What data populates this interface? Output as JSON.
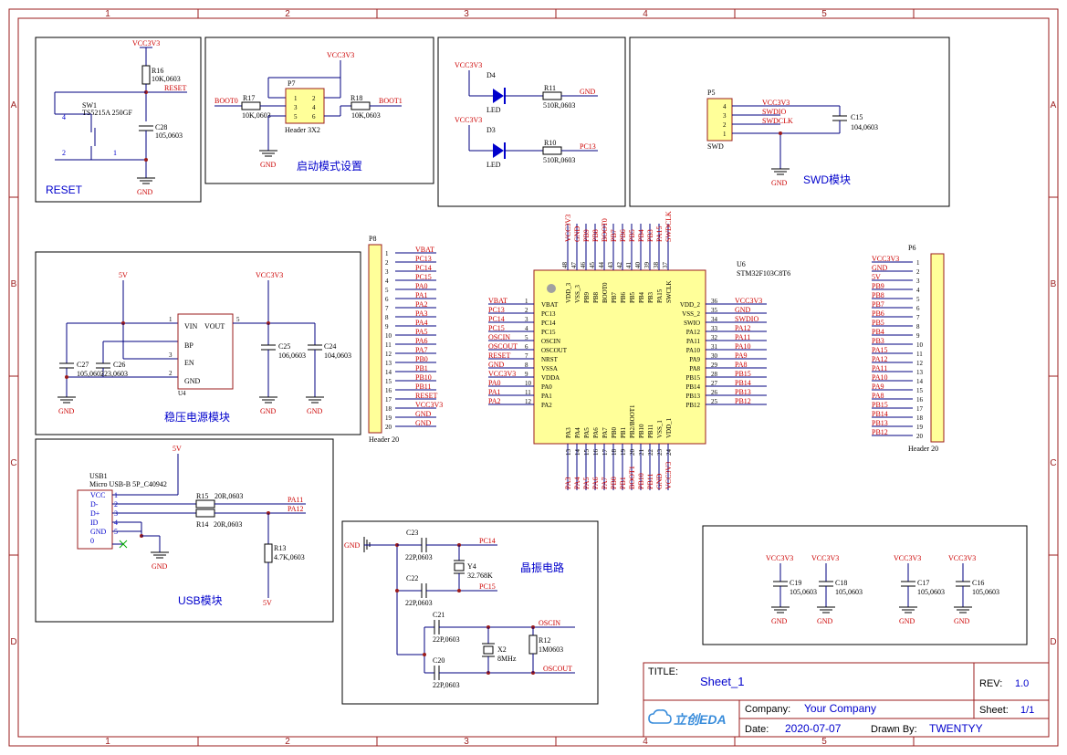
{
  "ruler": {
    "cols": [
      "1",
      "2",
      "3",
      "4",
      "5"
    ],
    "rows": [
      "A",
      "B",
      "C",
      "D"
    ]
  },
  "blocks": {
    "reset": "RESET",
    "boot": "启动模式设置",
    "swd": "SWD模块",
    "power": "稳压电源模块",
    "usb": "USB模块",
    "crystal": "晶振电路"
  },
  "nets": {
    "vcc": "VCC3V3",
    "gnd": "GND",
    "v5": "5V",
    "reset": "RESET",
    "boot0": "BOOT0",
    "boot1": "BOOT1",
    "pc13": "PC13",
    "pc14": "PC14",
    "pc15": "PC15",
    "pa11": "PA11",
    "pa12": "PA12",
    "oscin": "OSCIN",
    "oscout": "OSCOUT",
    "swdio": "SWDIO",
    "swdclk": "SWDCLK"
  },
  "parts": {
    "r16": "R16",
    "r16v": "10K,0603",
    "c28": "C28",
    "c28v": "105,0603",
    "sw1": "SW1",
    "sw1v": "TS5215A 250GF",
    "sw_p4": "4",
    "sw_p2": "2",
    "sw_p1": "1",
    "p7": "P7",
    "p7v": "Header 3X2",
    "r17": "R17",
    "r17v": "10K,0603",
    "r18": "R18",
    "r18v": "10K,0603",
    "d4": "D4",
    "d3": "D3",
    "led": "LED",
    "r11": "R11",
    "r11v": "510R,0603",
    "r10": "R10",
    "r10v": "510R,0603",
    "p5": "P5",
    "p5v": "SWD",
    "c15": "C15",
    "c15v": "104,0603",
    "u4": "U4",
    "reg_vin": "VIN",
    "reg_vout": "VOUT",
    "reg_bp": "BP",
    "reg_en": "EN",
    "reg_gnd": "GND",
    "c27": "C27",
    "c27v": "105,0603",
    "c26": "C26",
    "c26v": "223,0603",
    "c25": "C25",
    "c25v": "106,0603",
    "c24": "C24",
    "c24v": "104,0603",
    "p8": "P8",
    "p8v": "Header 20",
    "p6": "P6",
    "p6v": "Header 20",
    "u6": "U6",
    "u6v": "STM32F103C8T6",
    "usb1": "USB1",
    "usb1v": "Micro USB-B 5P_C40942",
    "r15": "R15",
    "r15v": "20R,0603",
    "r14": "R14",
    "r14v": "20R,0603",
    "r13": "R13",
    "r13v": "4.7K,0603",
    "c23": "C23",
    "c23v": "22P,0603",
    "c22": "C22",
    "c22v": "22P,0603",
    "c21": "C21",
    "c21v": "22P,0603",
    "c20": "C20",
    "c20v": "22P,0603",
    "y4": "Y4",
    "y4v": "32.768K",
    "x2": "X2",
    "x2v": "8MHz",
    "r12": "R12",
    "r12v": "1M0603",
    "c19": "C19",
    "c19v": "105,0603",
    "c18": "C18",
    "c18v": "105,0603",
    "c17": "C17",
    "c17v": "105,0603",
    "c16": "C16",
    "c16v": "105,0603"
  },
  "usb_pins": [
    {
      "num": "1",
      "name": "VCC"
    },
    {
      "num": "2",
      "name": "D-"
    },
    {
      "num": "3",
      "name": "D+"
    },
    {
      "num": "4",
      "name": "ID"
    },
    {
      "num": "5",
      "name": "GND"
    },
    {
      "num": "",
      "name": "0"
    }
  ],
  "p8_pins": [
    "VBAT",
    "PC13",
    "PC14",
    "PC15",
    "PA0",
    "PA1",
    "PA2",
    "PA3",
    "PA4",
    "PA5",
    "PA6",
    "PA7",
    "PB0",
    "PB1",
    "PB10",
    "PB11",
    "RESET",
    "VCC3V3",
    "GND",
    "GND"
  ],
  "p6_pins": [
    "VCC3V3",
    "GND",
    "5V",
    "PB9",
    "PB8",
    "PB7",
    "PB6",
    "PB5",
    "PB4",
    "PB3",
    "PA15",
    "PA12",
    "PA11",
    "PA10",
    "PA9",
    "PA8",
    "PB15",
    "PB14",
    "PB13",
    "PB12"
  ],
  "swd_pins": [
    {
      "num": "4",
      "net": "VCC3V3"
    },
    {
      "num": "3",
      "net": "SWDIO"
    },
    {
      "num": "2",
      "net": "SWDCLK"
    },
    {
      "num": "1",
      "net": ""
    }
  ],
  "u6_left": [
    {
      "num": "1",
      "name": "VBAT",
      "net": "VBAT"
    },
    {
      "num": "2",
      "name": "PC13",
      "net": "PC13"
    },
    {
      "num": "3",
      "name": "PC14",
      "net": "PC14"
    },
    {
      "num": "4",
      "name": "PC15",
      "net": "PC15"
    },
    {
      "num": "5",
      "name": "OSCIN",
      "net": "OSCIN"
    },
    {
      "num": "6",
      "name": "OSCOUT",
      "net": "OSCOUT"
    },
    {
      "num": "7",
      "name": "NRST",
      "net": "RESET"
    },
    {
      "num": "8",
      "name": "VSSA",
      "net": "GND"
    },
    {
      "num": "9",
      "name": "VDDA",
      "net": "VCC3V3"
    },
    {
      "num": "10",
      "name": "PA0",
      "net": "PA0"
    },
    {
      "num": "11",
      "name": "PA1",
      "net": "PA1"
    },
    {
      "num": "12",
      "name": "PA2",
      "net": "PA2"
    }
  ],
  "u6_right": [
    {
      "num": "36",
      "name": "VDD_2",
      "net": "VCC3V3"
    },
    {
      "num": "35",
      "name": "VSS_2",
      "net": "GND"
    },
    {
      "num": "34",
      "name": "SWIO",
      "net": "SWDIO"
    },
    {
      "num": "33",
      "name": "PA12",
      "net": "PA12"
    },
    {
      "num": "32",
      "name": "PA11",
      "net": "PA11"
    },
    {
      "num": "31",
      "name": "PA10",
      "net": "PA10"
    },
    {
      "num": "30",
      "name": "PA9",
      "net": "PA9"
    },
    {
      "num": "29",
      "name": "PA8",
      "net": "PA8"
    },
    {
      "num": "28",
      "name": "PB15",
      "net": "PB15"
    },
    {
      "num": "27",
      "name": "PB14",
      "net": "PB14"
    },
    {
      "num": "26",
      "name": "PB13",
      "net": "PB13"
    },
    {
      "num": "25",
      "name": "PB12",
      "net": "PB12"
    }
  ],
  "u6_top": [
    {
      "num": "48",
      "name": "VDD_3",
      "net": "VCC3V3"
    },
    {
      "num": "47",
      "name": "VSS_3",
      "net": "GND"
    },
    {
      "num": "46",
      "name": "PB9",
      "net": "PB9"
    },
    {
      "num": "45",
      "name": "PB8",
      "net": "PB8"
    },
    {
      "num": "44",
      "name": "BOOT0",
      "net": "BOOT0"
    },
    {
      "num": "43",
      "name": "PB7",
      "net": "PB7"
    },
    {
      "num": "42",
      "name": "PB6",
      "net": "PB6"
    },
    {
      "num": "41",
      "name": "PB5",
      "net": "PB5"
    },
    {
      "num": "40",
      "name": "PB4",
      "net": "PB4"
    },
    {
      "num": "39",
      "name": "PB3",
      "net": "PB3"
    },
    {
      "num": "38",
      "name": "PA15",
      "net": "PA15"
    },
    {
      "num": "37",
      "name": "SWCLK",
      "net": "SWDCLK"
    }
  ],
  "u6_bottom": [
    {
      "num": "13",
      "name": "PA3",
      "net": "PA3"
    },
    {
      "num": "14",
      "name": "PA4",
      "net": "PA4"
    },
    {
      "num": "15",
      "name": "PA5",
      "net": "PA5"
    },
    {
      "num": "16",
      "name": "PA6",
      "net": "PA6"
    },
    {
      "num": "17",
      "name": "PA7",
      "net": "PA7"
    },
    {
      "num": "18",
      "name": "PB0",
      "net": "PB0"
    },
    {
      "num": "19",
      "name": "PB1",
      "net": "PB1"
    },
    {
      "num": "20",
      "name": "PB2/BOOT1",
      "net": "BOOT1"
    },
    {
      "num": "21",
      "name": "PB10",
      "net": "PB10"
    },
    {
      "num": "22",
      "name": "PB11",
      "net": "PB11"
    },
    {
      "num": "23",
      "name": "VSS_1",
      "net": "GND"
    },
    {
      "num": "24",
      "name": "VDD_1",
      "net": "VCC3V3"
    }
  ],
  "titleblock": {
    "title_label": "TITLE:",
    "title": "Sheet_1",
    "rev_label": "REV:",
    "rev": "1.0",
    "logo": "立创EDA",
    "company_label": "Company:",
    "company": "Your Company",
    "sheet_label": "Sheet:",
    "sheet": "1/1",
    "date_label": "Date:",
    "date": "2020-07-07",
    "drawn_label": "Drawn By:",
    "drawn": "TWENTYY"
  },
  "colors": {
    "frame": "#9b1c1c",
    "wire": "#000080",
    "net": "#cc0000",
    "label": "#0000cc",
    "ic_fill": "#ffff99"
  }
}
